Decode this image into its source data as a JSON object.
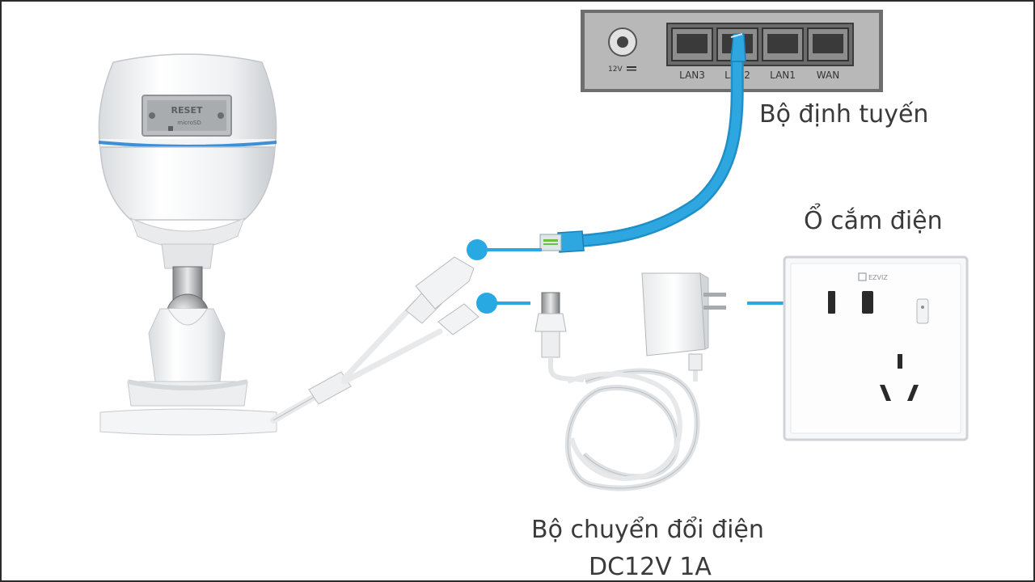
{
  "labels": {
    "router": "Bộ định tuyến",
    "outlet": "Ổ cắm điện",
    "adapter_line1": "Bộ chuyển đổi điện",
    "adapter_line2": "DC12V 1A"
  },
  "router": {
    "power_label": "12V",
    "ports": [
      "LAN3",
      "LAN2",
      "LAN1",
      "WAN"
    ]
  },
  "camera": {
    "reset_label": "RESET",
    "sd_label": "microSD"
  },
  "outlet": {
    "brand": "EZVIZ"
  },
  "colors": {
    "cable_blue": "#2ea7e0",
    "connector_dot": "#29a9e1",
    "router_body": "#b8b8b8",
    "text": "#3a3a3a"
  }
}
